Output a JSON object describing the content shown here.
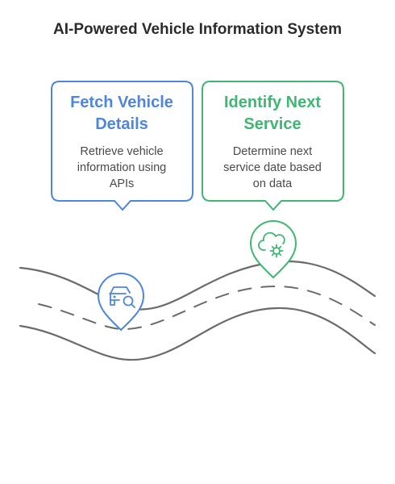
{
  "title": "AI-Powered Vehicle Information System",
  "steps": [
    {
      "title_line1": "Fetch Vehicle",
      "title_line2": "Details",
      "desc_line1": "Retrieve vehicle",
      "desc_line2": "information using",
      "desc_line3": "APIs",
      "color": "#4d86dc",
      "icon": "car-search-icon"
    },
    {
      "title_line1": "Identify Next",
      "title_line2": "Service",
      "desc_line1": "Determine next",
      "desc_line2": "service date based",
      "desc_line3": "on data",
      "color": "#3fb673",
      "icon": "cloud-gear-icon"
    }
  ]
}
